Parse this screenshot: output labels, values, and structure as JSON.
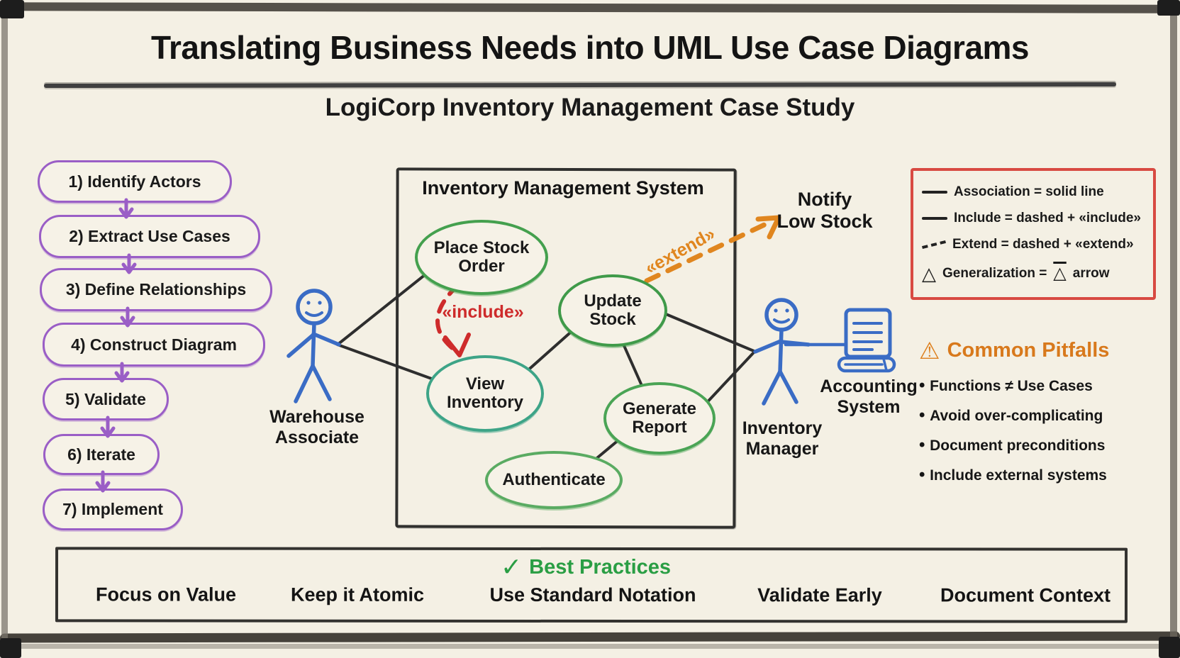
{
  "header": {
    "title": "Translating Business Needs into UML Use Case Diagrams",
    "subtitle": "LogiCorp Inventory Management Case Study"
  },
  "steps": {
    "items": [
      {
        "label": "1) Identify Actors"
      },
      {
        "label": "2) Extract Use Cases"
      },
      {
        "label": "3) Define Relationships"
      },
      {
        "label": "4) Construct Diagram"
      },
      {
        "label": "5) Validate"
      },
      {
        "label": "6) Iterate"
      },
      {
        "label": "7) Implement"
      }
    ]
  },
  "diagram": {
    "system_title": "Inventory Management System",
    "use_cases": {
      "place": {
        "line1": "Place Stock",
        "line2": "Order"
      },
      "update": {
        "line1": "Update",
        "line2": "Stock"
      },
      "view": {
        "line1": "View",
        "line2": "Inventory"
      },
      "generate": {
        "line1": "Generate",
        "line2": "Report"
      },
      "authenticate": {
        "label": "Authenticate"
      }
    },
    "actors": {
      "warehouse": {
        "line1": "Warehouse",
        "line2": "Associate"
      },
      "manager": {
        "line1": "Inventory",
        "line2": "Manager"
      }
    },
    "external_system": {
      "line1": "Accounting",
      "line2": "System"
    },
    "notify": {
      "line1": "Notify",
      "line2": "Low Stock"
    },
    "include_label": "«include»",
    "extend_label": "«extend»"
  },
  "legend": {
    "rows": [
      {
        "icon": "solid-line",
        "text": "Association = solid line"
      },
      {
        "icon": "solid-line",
        "text": "Include = dashed + «include»"
      },
      {
        "icon": "dashed-line",
        "text": "Extend = dashed + «extend»"
      },
      {
        "icon": "triangle",
        "prefix": "Generalization =",
        "glyph": "△",
        "suffix": "arrow"
      }
    ],
    "triangle_icon": "△"
  },
  "pitfalls": {
    "warning_icon": "⚠",
    "title": "Common Pitfalls",
    "items": [
      "Functions ≠ Use Cases",
      "Avoid over-complicating",
      "Document preconditions",
      "Include external systems"
    ]
  },
  "best_practices": {
    "check_icon": "✓",
    "title": "Best Practices",
    "items": [
      "Focus on Value",
      "Keep it Atomic",
      "Use Standard Notation",
      "Validate Early",
      "Document Context"
    ]
  },
  "colors": {
    "background": "#f4f0e4",
    "ink": "#1a1a1a",
    "steps_purple": "#9a5ec6",
    "usecase_green": "#44a04e",
    "view_teal": "#3da487",
    "include_red": "#ce2b2b",
    "extend_orange": "#e0861f",
    "actor_blue": "#3a6cc5",
    "legend_border_red": "#d84a42",
    "pitfalls_orange": "#d8791c",
    "practices_green": "#2a9e44"
  }
}
